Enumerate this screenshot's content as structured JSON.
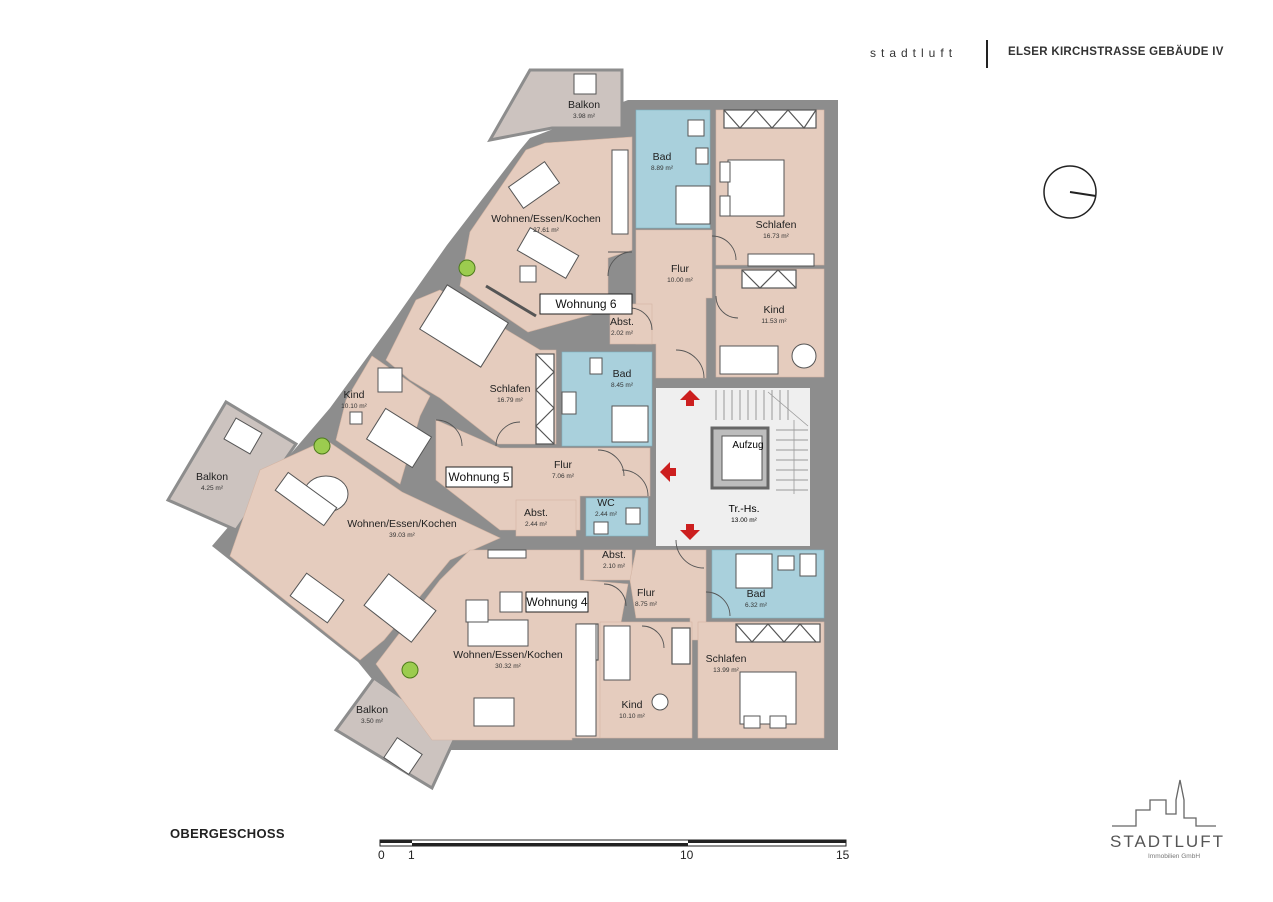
{
  "header": {
    "brand_small": "stadtluft",
    "project": "ELSER KIRCHSTRASSE  GEBÄUDE IV"
  },
  "floor_label": "OBERGESCHOSS",
  "scale": {
    "ticks": [
      "0",
      "1",
      "10",
      "15"
    ]
  },
  "logo": {
    "name": "STADTLUFT",
    "sub": "Immobilien GmbH"
  },
  "colors": {
    "living": "#e5ccbe",
    "living_dark": "#d3b4a3",
    "bath": "#a9d0dc",
    "stair": "#efefef",
    "balcony": "#ccc3bf",
    "wall": "#8d8d8d",
    "arrow": "#cc1f1f"
  },
  "apartments": [
    {
      "name": "Wohnung 6",
      "rooms": [
        {
          "name": "Balkon",
          "area": "3.98 m²"
        },
        {
          "name": "Wohnen/Essen/Kochen",
          "area": "27.61 m²"
        },
        {
          "name": "Bad",
          "area": "8.89 m²"
        },
        {
          "name": "Schlafen",
          "area": "16.73 m²"
        },
        {
          "name": "Flur",
          "area": "10.00 m²"
        },
        {
          "name": "Abst.",
          "area": "2.02 m²"
        },
        {
          "name": "Kind",
          "area": "11.53 m²"
        }
      ]
    },
    {
      "name": "Wohnung 5",
      "rooms": [
        {
          "name": "Schlafen",
          "area": "16.79 m²"
        },
        {
          "name": "Bad",
          "area": "8.45 m²"
        },
        {
          "name": "Kind",
          "area": "10.10 m²"
        },
        {
          "name": "Balkon",
          "area": "4.25 m²"
        },
        {
          "name": "Flur",
          "area": "7.06 m²"
        },
        {
          "name": "Wohnen/Essen/Kochen",
          "area": "39.03 m²"
        },
        {
          "name": "Abst.",
          "area": "2.44 m²"
        },
        {
          "name": "WC",
          "area": "2.44 m²"
        }
      ]
    },
    {
      "name": "Wohnung 4",
      "rooms": [
        {
          "name": "Abst.",
          "area": "2.10 m²"
        },
        {
          "name": "Flur",
          "area": "8.75 m²"
        },
        {
          "name": "Bad",
          "area": "6.32 m²"
        },
        {
          "name": "Schlafen",
          "area": "13.99 m²"
        },
        {
          "name": "Wohnen/Essen/Kochen",
          "area": "30.32 m²"
        },
        {
          "name": "Kind",
          "area": "10.10 m²"
        },
        {
          "name": "Balkon",
          "area": "3.50 m²"
        }
      ]
    }
  ],
  "core": {
    "elevator": "Aufzug",
    "stairs": {
      "name": "Tr.-Hs.",
      "area": "13.00 m²"
    }
  }
}
